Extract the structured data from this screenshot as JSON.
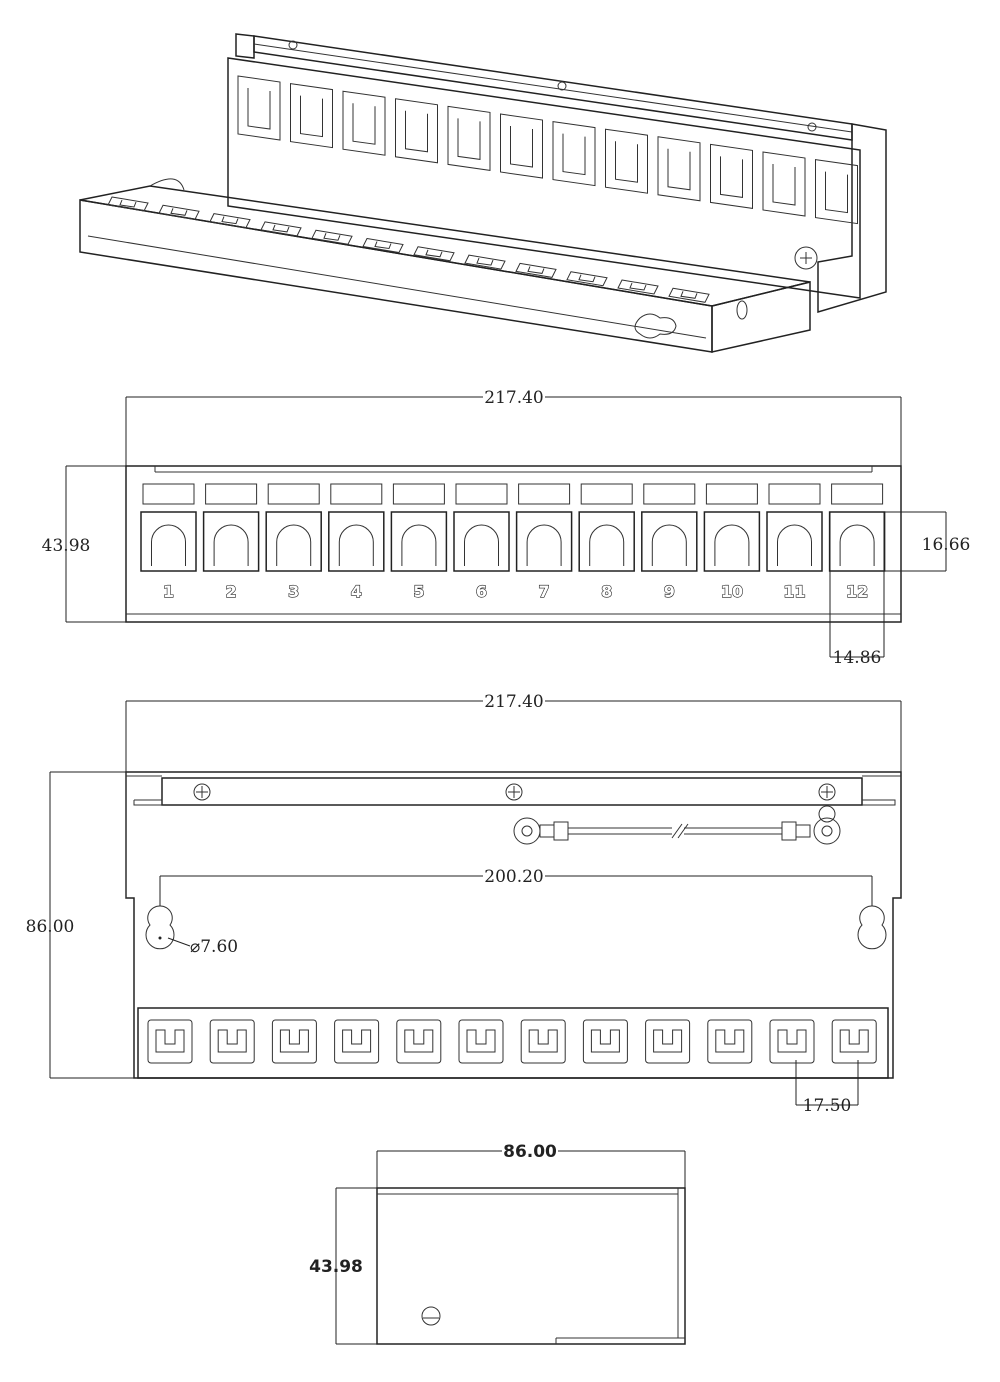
{
  "front_view": {
    "width_label": "217.40",
    "height_label": "43.98",
    "port_height_label": "16.66",
    "port_width_label": "14.86",
    "port_numbers": [
      "1",
      "2",
      "3",
      "4",
      "5",
      "6",
      "7",
      "8",
      "9",
      "10",
      "11",
      "12"
    ]
  },
  "top_view": {
    "width_label": "217.40",
    "depth_label": "86.00",
    "mount_spacing_label": "200.20",
    "hole_diameter_label": "⌀7.60",
    "pitch_label": "17.50"
  },
  "side_view": {
    "depth_label": "86.00",
    "height_label": "43.98"
  }
}
